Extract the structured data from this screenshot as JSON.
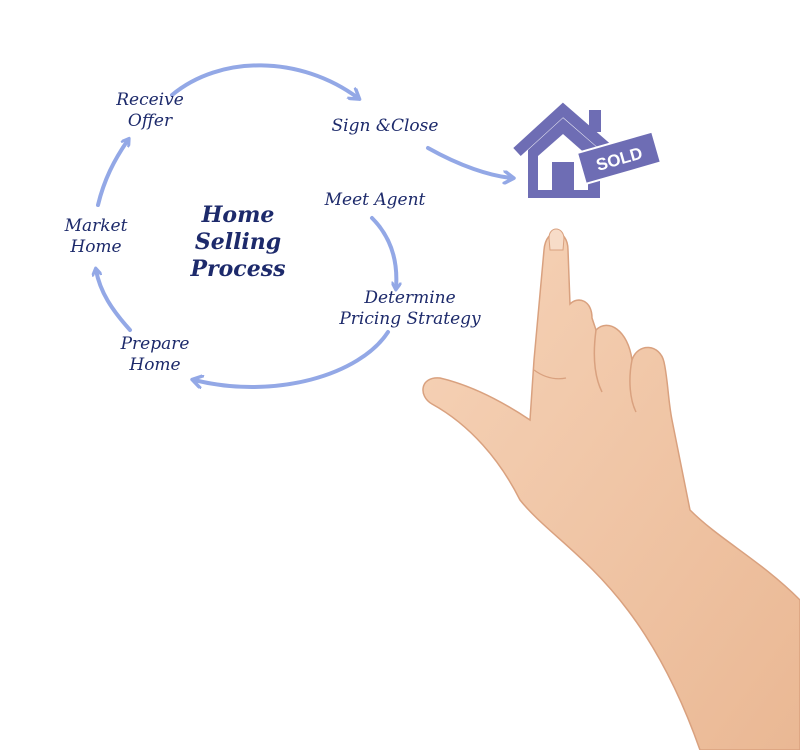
{
  "diagram": {
    "title_lines": [
      "Home",
      "Selling",
      "Process"
    ],
    "steps": {
      "meet_agent": [
        "Meet Agent"
      ],
      "determine_pricing": [
        "Determine",
        "Pricing Strategy"
      ],
      "prepare_home": [
        "Prepare",
        "Home"
      ],
      "market_home": [
        "Market",
        "Home"
      ],
      "receive_offer": [
        "Receive",
        "Offer"
      ],
      "sign_close": [
        "Sign &Close"
      ]
    },
    "house_badge": "SOLD"
  },
  "colors": {
    "arrow": "#93a8e6",
    "text": "#1d2a6b",
    "house": "#6e6db4",
    "skin": "#f4c9a8"
  },
  "icons": [
    "house-icon",
    "sold-tag-icon",
    "pointing-hand"
  ]
}
